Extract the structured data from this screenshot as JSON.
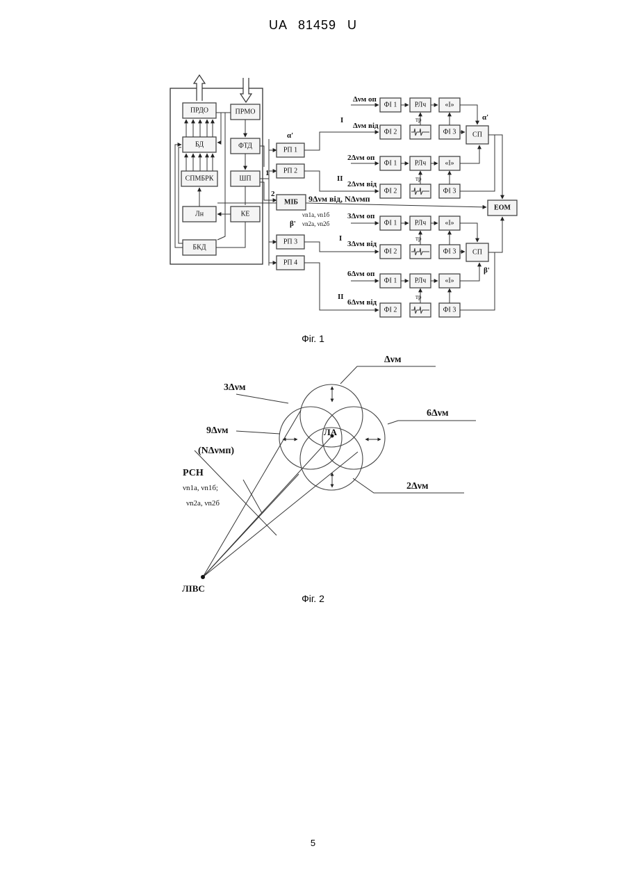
{
  "header": {
    "text": "UA   81459   U"
  },
  "fig1": {
    "caption": "Фіг. 1",
    "blocks": {
      "prdo": "ПРДО",
      "prmo": "ПРМО",
      "bd": "БД",
      "ftd": "ФТД",
      "spmbrk": "СПМБРК",
      "shp": "ШП",
      "ln": "Лн",
      "ke": "КЕ",
      "bkd": "БКД",
      "mib": "МІБ",
      "eom": "ЕОМ",
      "rp1": "РП 1",
      "rp2": "РП 2",
      "rp3": "РП 3",
      "rp4": "РП 4",
      "fi1": "ФІ 1",
      "fi2": "ФІ 2",
      "fi3": "ФІ 3",
      "rlch": "РЛч",
      "integ": "«І»",
      "sp": "СП"
    },
    "labels": {
      "alpha": "α'",
      "beta": "β'",
      "num1": "1",
      "num2": "2",
      "mib_out": "9Δνм від, NΔνмп",
      "nu_a": "νn1a, νn1б",
      "nu_b": "νn2a, νn2б",
      "tr": "тр",
      "ch1_op": "Δνм оп",
      "ch1_vid": "Δνм від",
      "ch2_op": "2Δνм оп",
      "ch2_vid": "2Δνм від",
      "ch3_op": "3Δνм оп",
      "ch3_vid": "3Δνм від",
      "ch6_op": "6Δνм оп",
      "ch6_vid": "6Δνм від",
      "roman1": "I",
      "roman2": "II"
    }
  },
  "fig2": {
    "caption": "Фіг. 2",
    "labels": {
      "dnu": "Δνм",
      "dnu3": "3Δνм",
      "dnu6": "6Δνм",
      "dnu9": "9Δνм",
      "ndnu": "(NΔνмп)",
      "dnu2": "2Δνм",
      "la": "ЛА",
      "rsn": "РСН",
      "nu1": "νn1a, νn1б;",
      "nu2": "νn2a, νn2б",
      "libs": "ЛІВС"
    }
  },
  "page_number": "5"
}
